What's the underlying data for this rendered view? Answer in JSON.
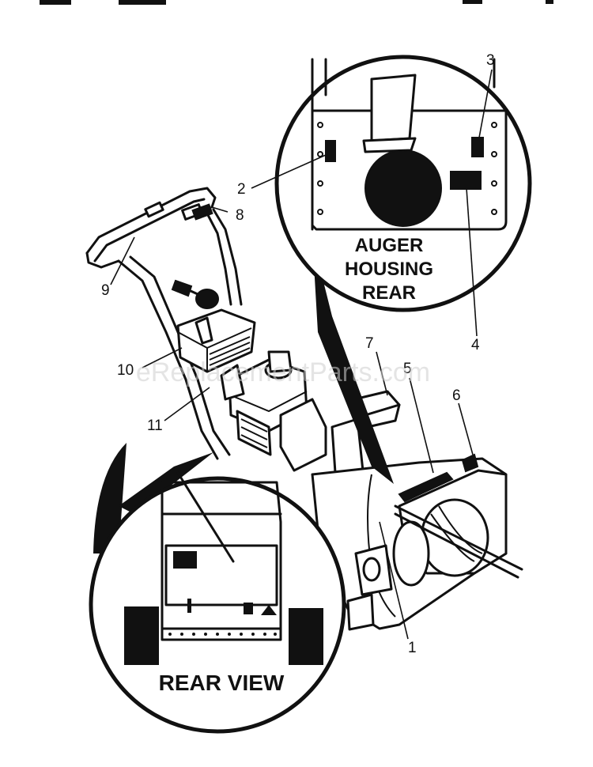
{
  "callouts": {
    "c1": "1",
    "c2": "2",
    "c3": "3",
    "c4": "4",
    "c5": "5",
    "c6": "6",
    "c7": "7",
    "c8": "8",
    "c9": "9",
    "c10": "10",
    "c11": "11"
  },
  "insets": {
    "auger_housing_rear": [
      "AUGER",
      "HOUSING",
      "REAR"
    ],
    "rear_view": "REAR VIEW"
  },
  "watermark": "eReplacementParts.com"
}
